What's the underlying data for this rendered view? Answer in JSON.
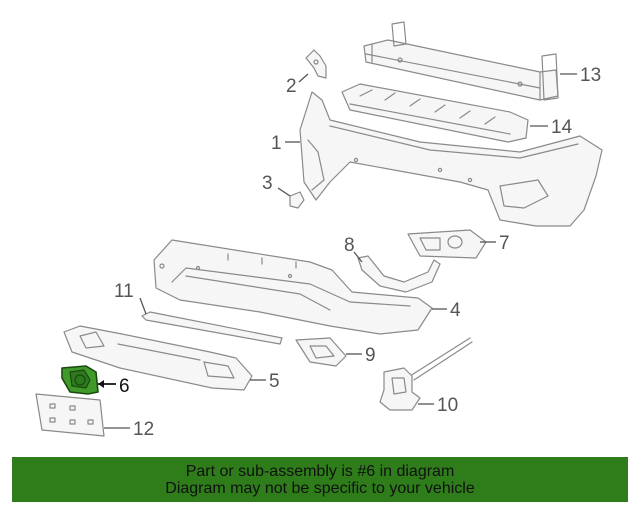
{
  "callouts": {
    "c1": "1",
    "c2": "2",
    "c3": "3",
    "c4": "4",
    "c5": "5",
    "c6": "6",
    "c7": "7",
    "c8": "8",
    "c9": "9",
    "c10": "10",
    "c11": "11",
    "c12": "12",
    "c13": "13",
    "c14": "14"
  },
  "highlight_part": "6",
  "colors": {
    "highlight_fill": "#3f9a2a",
    "banner_bg": "#2e7d1a",
    "line": "#8a8a8a"
  },
  "banner": {
    "line1": "Part or sub-assembly is #6 in diagram",
    "line2": "Diagram may not be specific to your vehicle"
  }
}
